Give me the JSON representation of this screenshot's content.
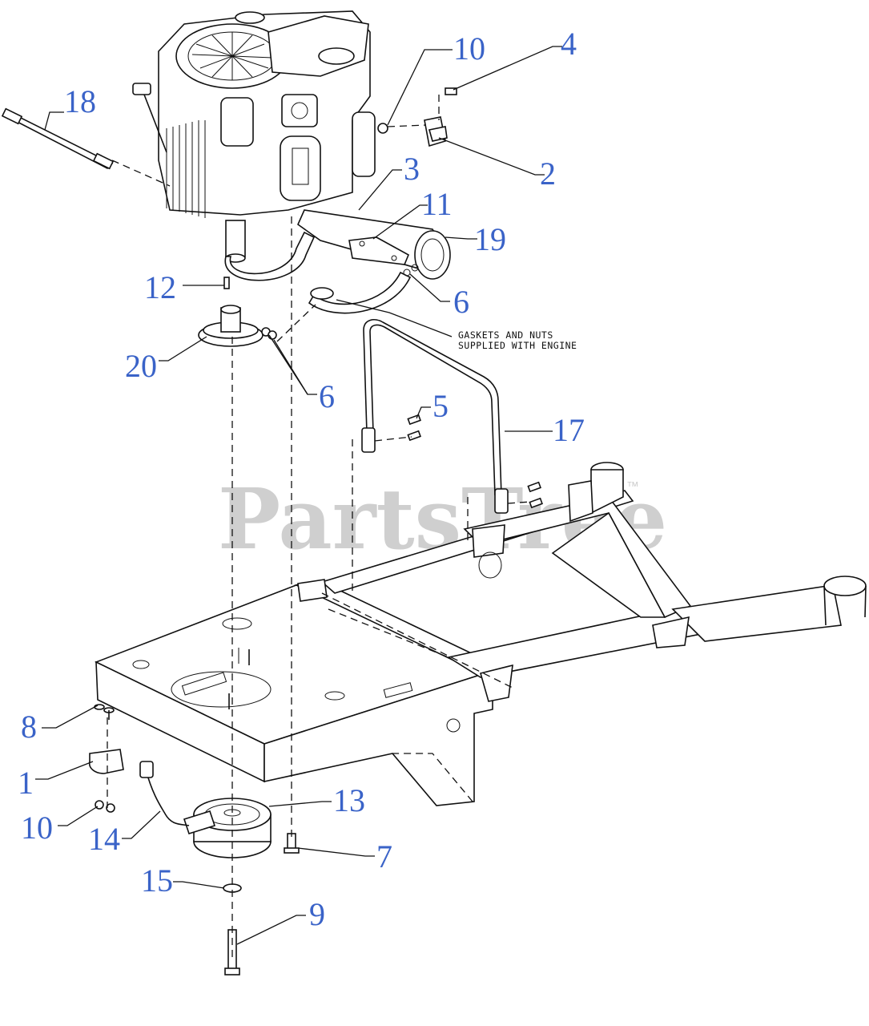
{
  "watermark": {
    "text": "PartsTree",
    "trademark": "™"
  },
  "note": {
    "line1": "GASKETS AND NUTS",
    "line2": "SUPPLIED WITH ENGINE"
  },
  "callouts": {
    "p1": "1",
    "p2": "2",
    "p3": "3",
    "p4": "4",
    "p5": "5",
    "p6a": "6",
    "p6b": "6",
    "p7": "7",
    "p8": "8",
    "p9": "9",
    "p10a": "10",
    "p10b": "10",
    "p11": "11",
    "p12": "12",
    "p13": "13",
    "p14": "14",
    "p15": "15",
    "p17": "17",
    "p18": "18",
    "p19": "19",
    "p20": "20"
  },
  "colors": {
    "callout": "#3a63c8",
    "line": "#111111",
    "watermark": "#cfcfcf"
  }
}
